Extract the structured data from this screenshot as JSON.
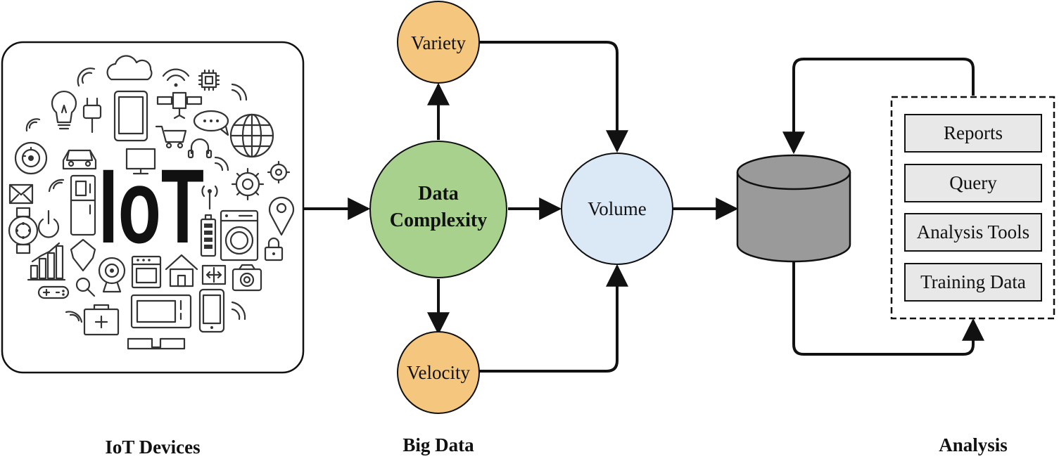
{
  "colors": {
    "big_data_node": "#f5c77e",
    "core_node": "#a8d18d",
    "volume_node": "#dbe9f7",
    "database": "#9a9a9a",
    "analysis_box": "#e8e8e8",
    "line": "#111111"
  },
  "iot": {
    "logo_text": "IoT",
    "caption": "IoT Devices"
  },
  "big_data": {
    "caption": "Big Data",
    "variety": "Variety",
    "core_line1": "Data",
    "core_line2": "Complexity",
    "volume": "Volume",
    "velocity": "Velocity"
  },
  "analysis": {
    "caption": "Analysis",
    "items": [
      "Reports",
      "Query",
      "Analysis Tools",
      "Training Data"
    ]
  },
  "icons": [
    "wifi-icon",
    "cloud-icon",
    "chip-icon",
    "bulb-icon",
    "plug-icon",
    "tablet-icon",
    "satellite-icon",
    "chat-icon",
    "globe-icon",
    "cart-icon",
    "headphones-icon",
    "car-icon",
    "monitor-icon",
    "gear-icon",
    "router-icon",
    "map-pin-icon",
    "mail-icon",
    "fridge-icon",
    "battery-icon",
    "washing-machine-icon",
    "lock-icon",
    "watch-icon",
    "power-icon",
    "bar-chart-icon",
    "shield-icon",
    "webcam-icon",
    "oven-icon",
    "home-icon",
    "resize-icon",
    "camera-icon",
    "gamepad-icon",
    "search-icon",
    "medical-kit-icon",
    "microwave-icon",
    "phone-icon",
    "smoke-detector-icon"
  ]
}
